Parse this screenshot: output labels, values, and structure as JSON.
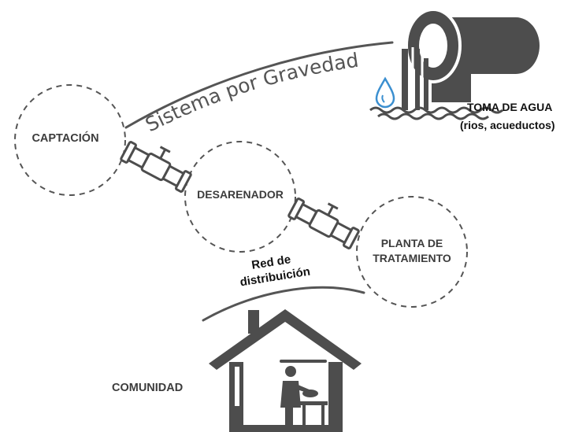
{
  "stages": {
    "captacion": "CAPTACIÓN",
    "desarenador": "DESARENADOR",
    "planta_line1": "PLANTA DE",
    "planta_line2": "TRATAMIENTO",
    "comunidad": "COMUNIDAD"
  },
  "source": {
    "title": "TOMA DE AGUA",
    "subtitle": "(rios, acueductos)"
  },
  "gravity_label": "Sistema por Gravedad",
  "distribution": {
    "line1": "Red de",
    "line2": "distribuición"
  },
  "colors": {
    "icon": "#4d4d4d",
    "text": "#3c3c3c",
    "dashed": "#555555",
    "water_drop": "#3b8fd0"
  },
  "icons": [
    "water-intake-pipe-icon",
    "water-drop-icon",
    "water-waves-icon",
    "pipe-valve-icon",
    "house-icon",
    "person-cooking-icon"
  ]
}
